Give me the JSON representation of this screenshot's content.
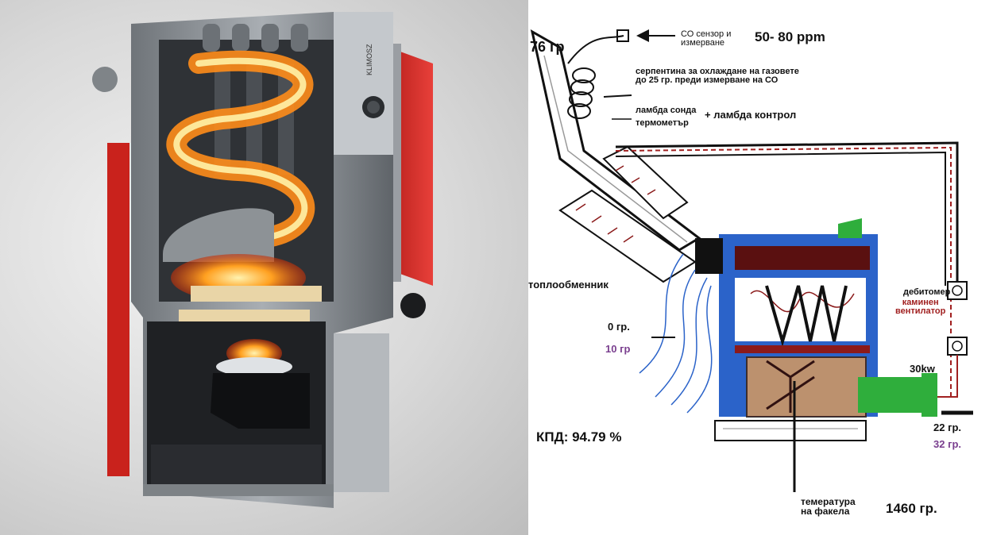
{
  "boiler_image": {
    "brand_text": "KLIMOSZ"
  },
  "diagram": {
    "labels": {
      "temp_top": "76 гр",
      "co_sensor": "СО сензор и\nизмерване",
      "ppm": "50- 80 ppm",
      "coil_note": "серпентина за охлаждане на газовете\nдо 25 гр. преди измерване на СО",
      "lambda_probe": "ламбда сонда",
      "lambda_control": "+ ламбда контрол",
      "thermometer": "термометър",
      "heat_exchanger": "топлообменник",
      "inlet_temp": "0 гр.",
      "inlet_temp_alt": "10 гр",
      "flow_meter": "дебитомер",
      "chimney_fan": "каминен\nвентилатор",
      "power": "30kw",
      "return_temp": "22 гр.",
      "return_temp_alt": "32 гр.",
      "efficiency": "КПД: 94.79 %",
      "flame_temp_label": "темература\nна факела",
      "flame_temp": "1460 гр."
    },
    "colors": {
      "boiler_red": "#d8312c",
      "boiler_steel": "#8a8f94",
      "flame": "#ff8c1a",
      "exchanger_blue": "#2b63c9",
      "dark_red": "#8b1a1a",
      "burner_green": "#2fae3c",
      "accent_purple": "#7a3f8f"
    }
  }
}
